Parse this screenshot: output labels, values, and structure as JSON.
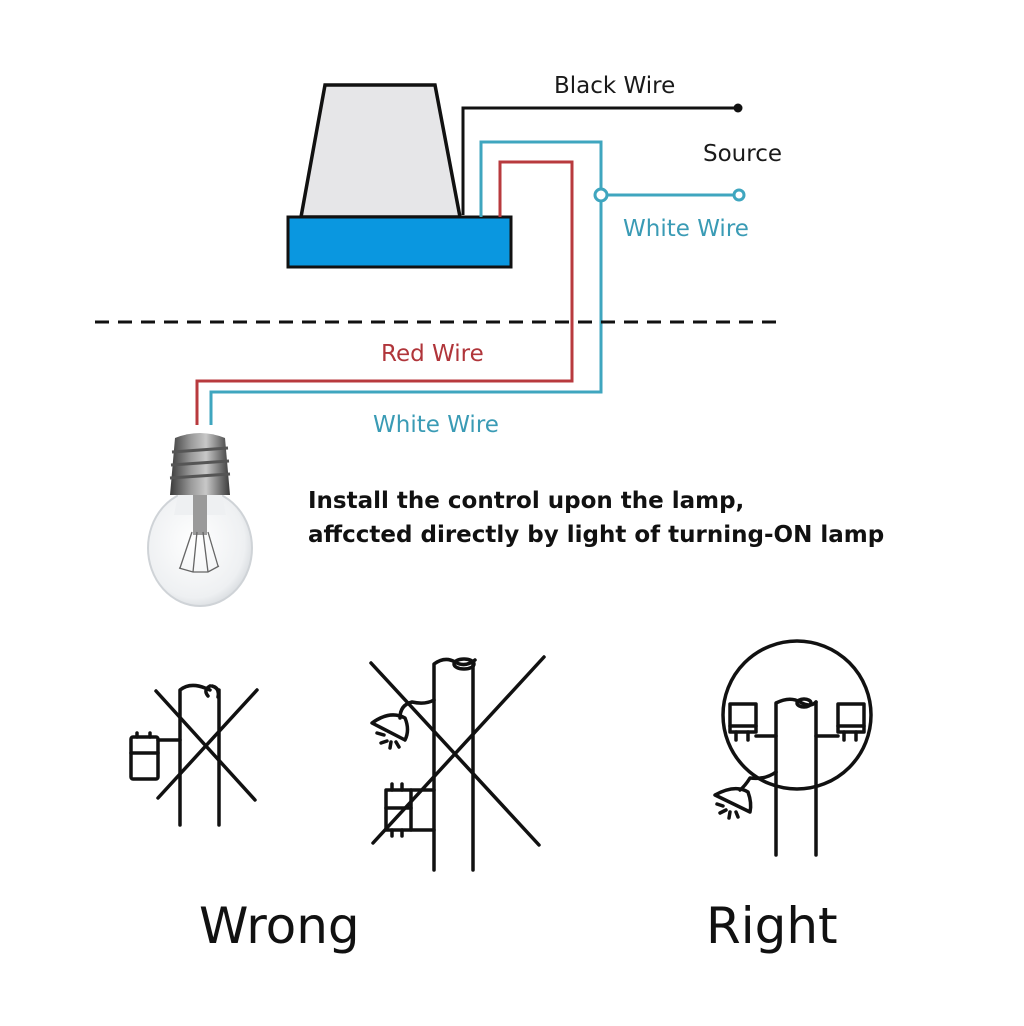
{
  "diagram": {
    "title": "Photocell light control wiring and mounting guide",
    "colors": {
      "black_wire": "#111111",
      "white_wire": "#3fa6bf",
      "red_wire": "#b83a3e",
      "sensor_base": "#0a97e0",
      "sensor_dome": "#e6e6e8"
    },
    "labels": {
      "black_wire": "Black Wire",
      "source": "Source",
      "white_wire_source": "White Wire",
      "red_wire": "Red Wire",
      "white_wire_lamp": "White Wire"
    },
    "note": {
      "line1": "Install the control upon the lamp,",
      "line2": "affccted directly by light of turning-ON lamp"
    },
    "examples": {
      "wrong_label": "Wrong",
      "right_label": "Right"
    }
  }
}
